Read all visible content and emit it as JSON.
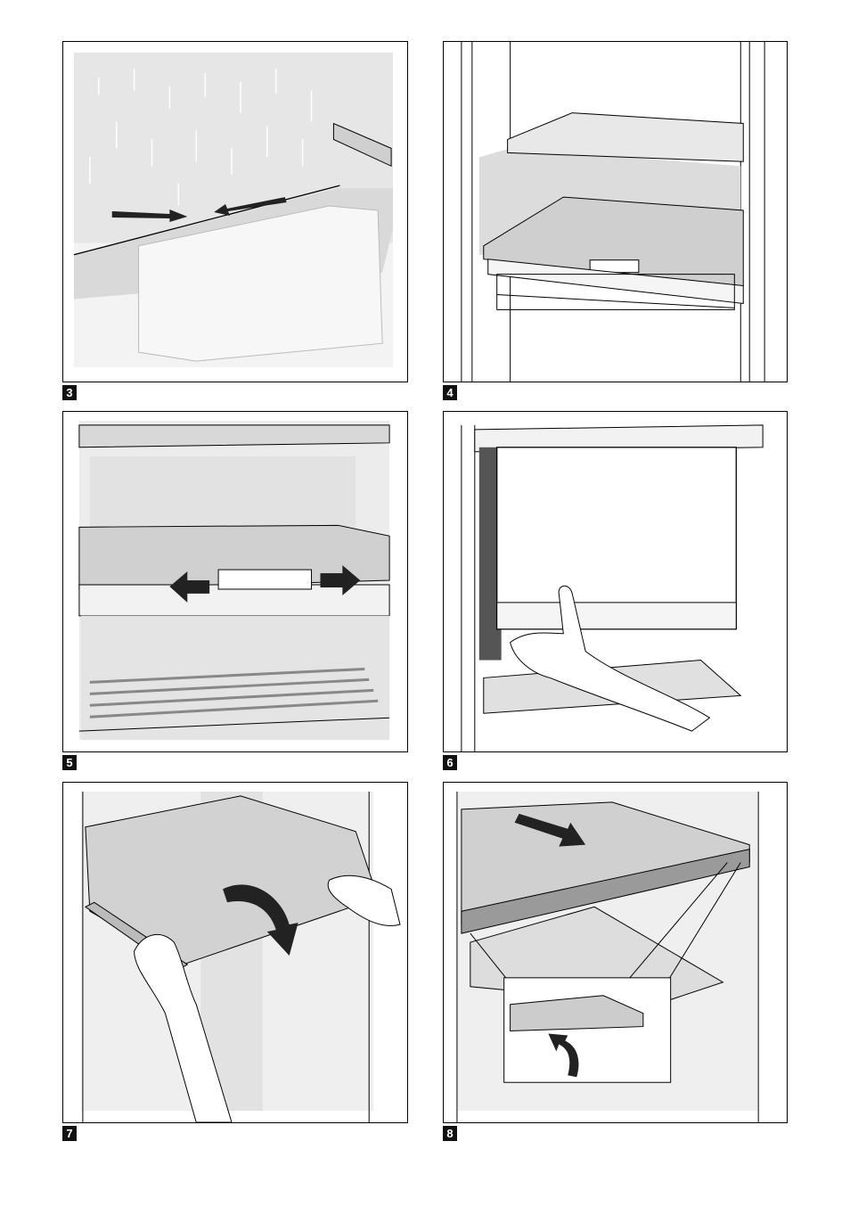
{
  "figures": [
    {
      "number": "3",
      "subject": "fridge-back-wall-drain-channel"
    },
    {
      "number": "4",
      "subject": "fridge-shelves-overview"
    },
    {
      "number": "5",
      "subject": "shelf-clip-release"
    },
    {
      "number": "6",
      "subject": "remove-crisper-drawer"
    },
    {
      "number": "7",
      "subject": "tilt-and-remove-glass-shelf"
    },
    {
      "number": "8",
      "subject": "remove-shelf-trim-strip"
    }
  ],
  "colors": {
    "line": "#000000",
    "glass": "#d6d6d6",
    "wall": "#ececec",
    "arrow": "#222222"
  }
}
